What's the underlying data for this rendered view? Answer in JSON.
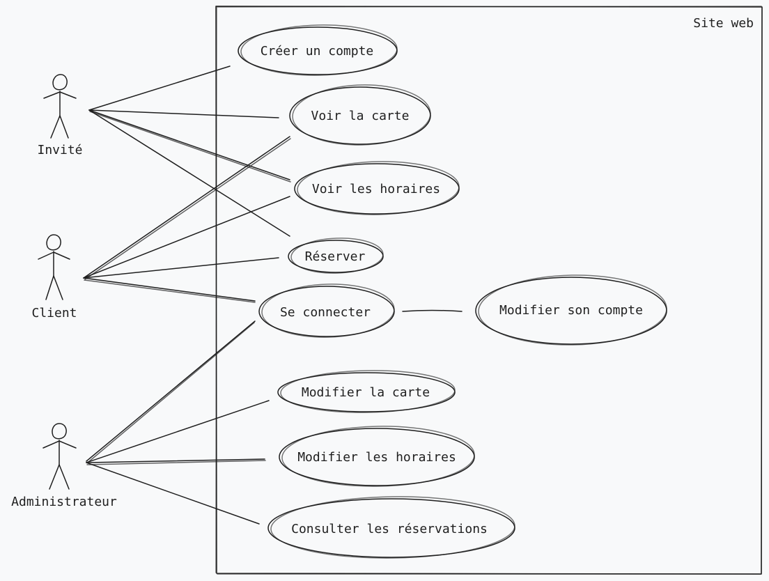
{
  "system": {
    "label": "Site web"
  },
  "actors": [
    {
      "id": "invite",
      "label": "Invité"
    },
    {
      "id": "client",
      "label": "Client"
    },
    {
      "id": "admin",
      "label": "Administrateur"
    }
  ],
  "use_cases": [
    {
      "id": "creer-compte",
      "label": "Créer un compte"
    },
    {
      "id": "voir-carte",
      "label": "Voir la carte"
    },
    {
      "id": "voir-horaires",
      "label": "Voir les horaires"
    },
    {
      "id": "reserver",
      "label": "Réserver"
    },
    {
      "id": "se-connecter",
      "label": "Se connecter"
    },
    {
      "id": "modifier-compte",
      "label": "Modifier son compte"
    },
    {
      "id": "modifier-carte",
      "label": "Modifier la carte"
    },
    {
      "id": "modifier-horaires",
      "label": "Modifier les horaires"
    },
    {
      "id": "consulter-reservations",
      "label": "Consulter les réservations"
    }
  ],
  "associations": [
    {
      "from": "invite",
      "to": "creer-compte"
    },
    {
      "from": "invite",
      "to": "voir-carte"
    },
    {
      "from": "invite",
      "to": "voir-horaires"
    },
    {
      "from": "invite",
      "to": "reserver"
    },
    {
      "from": "client",
      "to": "voir-carte"
    },
    {
      "from": "client",
      "to": "voir-horaires"
    },
    {
      "from": "client",
      "to": "reserver"
    },
    {
      "from": "client",
      "to": "se-connecter"
    },
    {
      "from": "admin",
      "to": "se-connecter"
    },
    {
      "from": "admin",
      "to": "modifier-carte"
    },
    {
      "from": "admin",
      "to": "modifier-horaires"
    },
    {
      "from": "admin",
      "to": "consulter-reservations"
    },
    {
      "from": "se-connecter",
      "to": "modifier-compte"
    }
  ]
}
